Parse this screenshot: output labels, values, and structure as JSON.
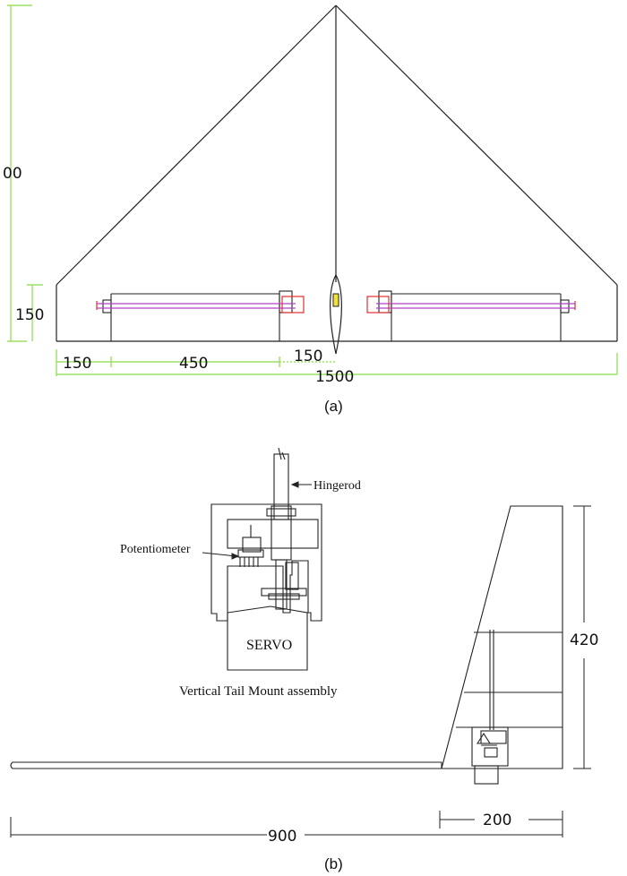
{
  "figure_a": {
    "dim_height_partial": "00",
    "dim_root_chord": "150",
    "dim_tip_offset": "150",
    "dim_elevon_span": "450",
    "dim_center_gap": "150",
    "dim_total_span": "1500",
    "caption": "(a)"
  },
  "figure_b": {
    "label_hingerod": "Hingerod",
    "label_potentiometer": "Potentiometer",
    "label_servo": "SERVO",
    "assembly_title": "Vertical Tail Mount assembly",
    "dim_tail_height": "420",
    "dim_tail_chord": "200",
    "dim_boom_length": "900",
    "caption": "(b)"
  },
  "colors": {
    "dimension_line": "#9be060",
    "elevon_rod": "#b040c8",
    "servo_box": "#e03030",
    "outline": "#222222"
  }
}
